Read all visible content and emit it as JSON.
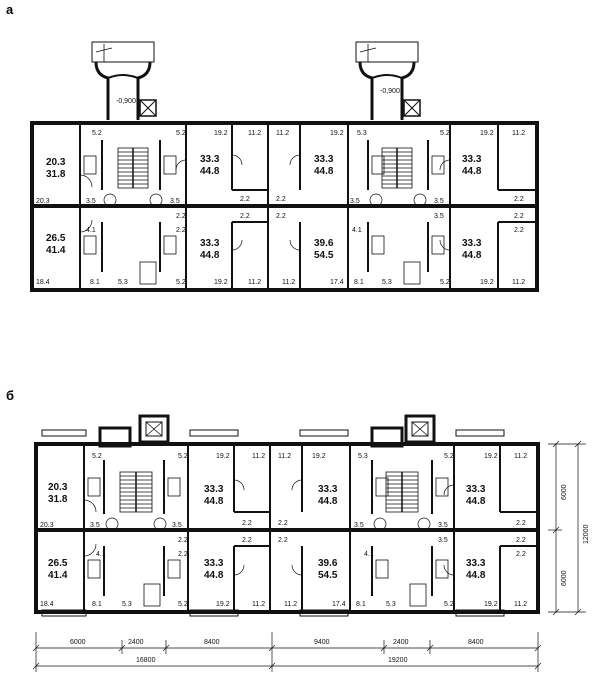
{
  "panels": [
    {
      "id": "a",
      "letter": "а",
      "levels": [
        "-0,900",
        "-0,900"
      ],
      "rooms": [
        {
          "t": "20.3",
          "b": "31.8"
        },
        {
          "t": "26.5",
          "b": "41.4"
        },
        {
          "t": "33.3",
          "b": "44.8"
        },
        {
          "t": "33.3",
          "b": "44.8"
        },
        {
          "t": "33.3",
          "b": "44.8"
        },
        {
          "t": "39.6",
          "b": "54.5"
        },
        {
          "t": "33.3",
          "b": "44.8"
        },
        {
          "t": "33.3",
          "b": "44.8"
        }
      ],
      "small": [
        "5.2",
        "5.2",
        "19.2",
        "11.2",
        "11.2",
        "19.2",
        "5.3",
        "5.2",
        "19.2",
        "11.2",
        "20.3",
        "3.5",
        "3.5",
        "2.2",
        "2.2",
        "2.2",
        "2.2",
        "3.5",
        "3.5",
        "2.2",
        "2.2",
        "2.2",
        "4.1",
        "3.5",
        "2.2",
        "2.2",
        "4.1",
        "18.4",
        "8.1",
        "5.3",
        "5.2",
        "19.2",
        "11.2",
        "11.2",
        "17.4",
        "8.1",
        "5.3",
        "5.2",
        "19.2",
        "11.2"
      ]
    },
    {
      "id": "b",
      "letter": "б",
      "rooms": [
        {
          "t": "20.3",
          "b": "31.8"
        },
        {
          "t": "26.5",
          "b": "41.4"
        },
        {
          "t": "33.3",
          "b": "44.8"
        },
        {
          "t": "33.3",
          "b": "44.8"
        },
        {
          "t": "33.3",
          "b": "44.8"
        },
        {
          "t": "39.6",
          "b": "54.5"
        },
        {
          "t": "33.3",
          "b": "44.8"
        },
        {
          "t": "33.3",
          "b": "44.8"
        }
      ],
      "small": [
        "5.2",
        "5.2",
        "19.2",
        "11.2",
        "11.2",
        "19.2",
        "5.3",
        "5.2",
        "19.2",
        "11.2",
        "20.3",
        "3.5",
        "3.5",
        "2.2",
        "2.2",
        "2.2",
        "2.2",
        "3.5",
        "3.5",
        "2.2",
        "2.2",
        "2.2",
        "4.1",
        "3.5",
        "2.2",
        "2.2",
        "4.1",
        "18.4",
        "8.1",
        "5.3",
        "5.2",
        "19.2",
        "11.2",
        "11.2",
        "17.4",
        "8.1",
        "5.3",
        "5.2",
        "19.2",
        "11.2"
      ],
      "dims_x_top": [
        "6000",
        "2400",
        "8400",
        "9400",
        "2400",
        "8400"
      ],
      "dims_x_total": [
        "16800",
        "19200"
      ],
      "dims_y": [
        "6000",
        "6000",
        "12000"
      ]
    }
  ]
}
